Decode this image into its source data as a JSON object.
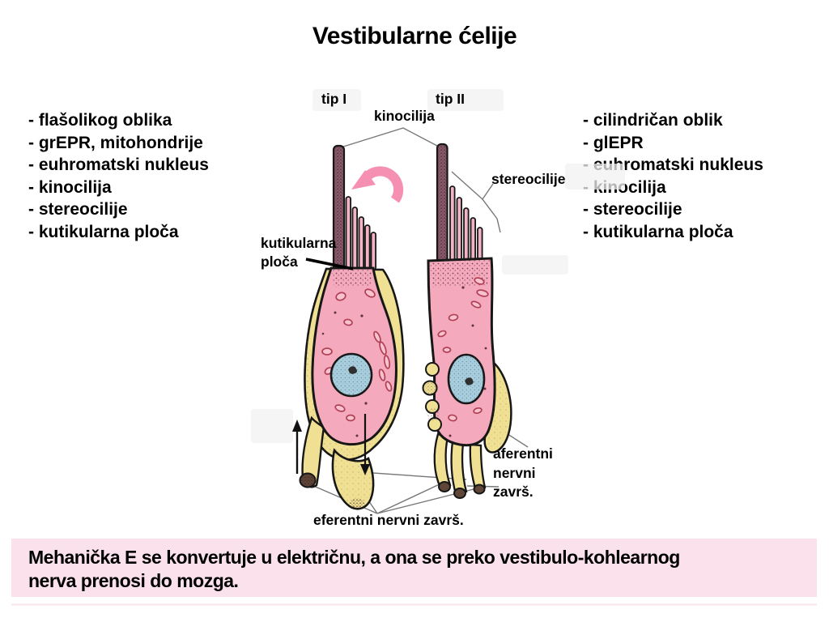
{
  "title": "Vestibularne ćelije",
  "left_list": {
    "items": [
      "- flašolikog oblika",
      "- grEPR, mitohondrije",
      "- euhromatski nukleus",
      "- kinocilija",
      "- stereocilije",
      "- kutikularna ploča"
    ]
  },
  "right_list": {
    "items": [
      "- cilindričan oblik",
      "- glEPR",
      "- euhromatski nukleus",
      "- kinocilija",
      "- stereocilije",
      "- kutikularna ploča"
    ]
  },
  "diagram": {
    "cell_type_1_label": "tip I",
    "cell_type_2_label": "tip II",
    "kinocilia_label": "kinocilija",
    "stereocilia_label": "stereocilije",
    "cuticular_plate_label_lines": [
      "kutikularna",
      "ploča"
    ],
    "afferent_label_lines": [
      "aferentni",
      "nervni",
      "završ."
    ],
    "efferent_label": "eferentni nervni završ."
  },
  "footer": {
    "lines": [
      "Mehanička E se konvertuje u električnu, a ona se preko vestibulo-kohlearnog",
      "nerva prenosi do mozga."
    ]
  },
  "colors": {
    "cell_pink": "#F5A9BC",
    "stereo_pink": "#F2B3C5",
    "kinocilium_dark": "#8A5A6A",
    "nucleus_blue": "#A8CEDD",
    "nerve_yellow": "#F0E093",
    "arrow_pink": "#F690B3",
    "mito_red": "#B04055",
    "outline": "#171717",
    "footer_bg": "#FBE1EB"
  }
}
